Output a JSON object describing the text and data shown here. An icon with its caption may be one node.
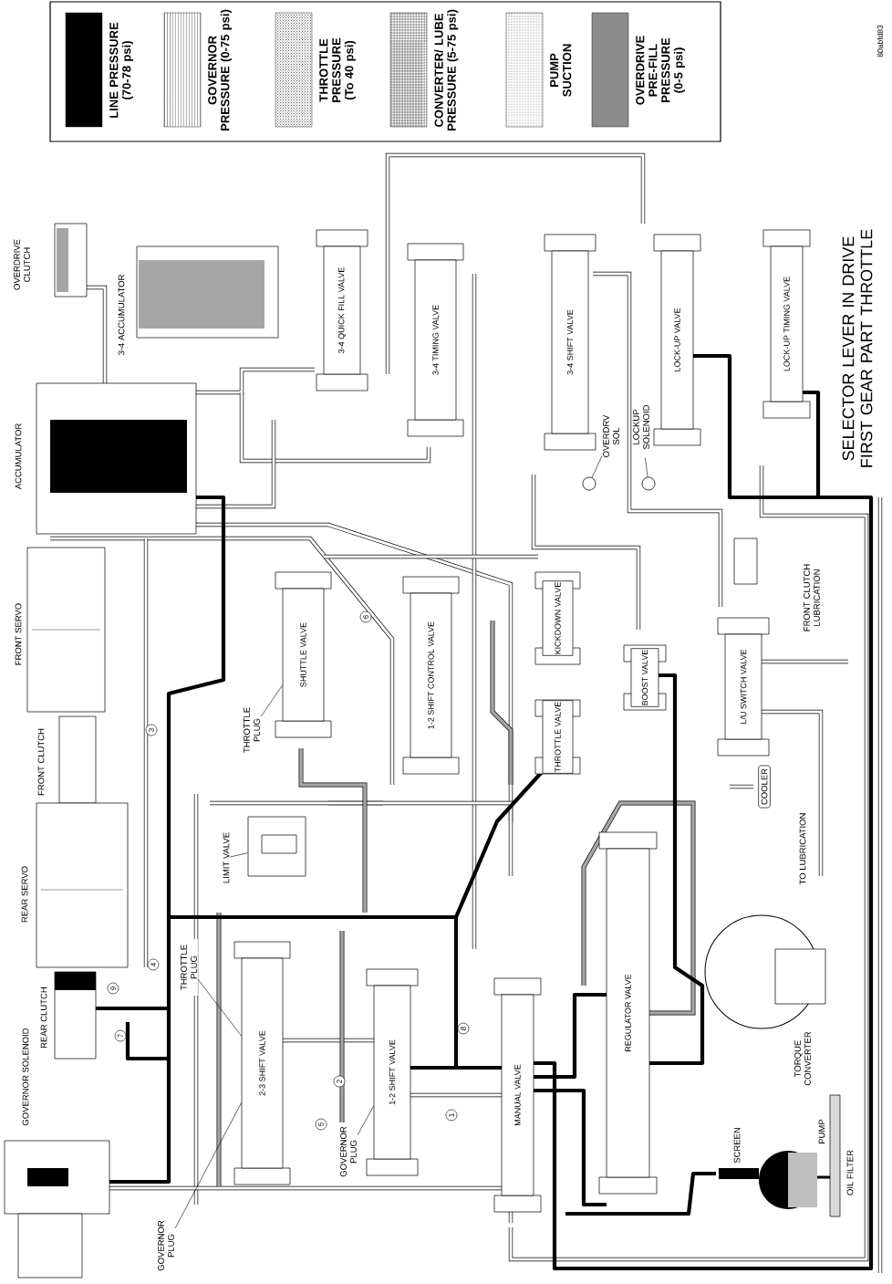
{
  "diagram": {
    "title": "SELECTOR LEVER IN DRIVE FIRST GEAR PART THROTTLE",
    "nodes": [
      {
        "text": [
          "COOLER"
        ]
      },
      {
        "text": [
          "1"
        ]
      },
      {
        "text": [
          "2"
        ]
      },
      {
        "text": [
          "3"
        ]
      },
      {
        "text": [
          "4"
        ]
      },
      {
        "text": [
          "5"
        ]
      },
      {
        "text": [
          "6"
        ]
      },
      {
        "text": [
          "7"
        ]
      },
      {
        "text": [
          "8"
        ]
      },
      {
        "text": [
          "9"
        ]
      },
      {
        "text": [
          "3-4 QUICK FILL VALVE"
        ]
      },
      {
        "text": [
          "3-4 TIMING VALVE"
        ]
      },
      {
        "text": [
          "3-4 SHIFT VALVE"
        ]
      },
      {
        "text": [
          "LOCK-UP VALVE"
        ]
      },
      {
        "text": [
          "LOCK-UP TIMING VALVE"
        ]
      },
      {
        "text": [
          "SHUTTLE VALVE"
        ]
      },
      {
        "text": [
          "1-2 SHIFT CONTROL VALVE"
        ]
      },
      {
        "text": [
          "KICKDOWN VALVE"
        ]
      },
      {
        "text": [
          "THROTTLE VALVE"
        ]
      },
      {
        "text": [
          "BOOST VALVE"
        ]
      },
      {
        "text": [
          "L/U SWITCH VALVE"
        ]
      },
      {
        "text": [],
        "shape": "box"
      },
      {
        "text": [
          "2-3 SHIFT VALVE"
        ]
      },
      {
        "text": [
          "1-2 SHIFT VALVE"
        ]
      },
      {
        "text": [
          "MANUAL VALVE"
        ]
      },
      {
        "text": [
          "REGULATOR VALVE"
        ]
      },
      {
        "text": [],
        "shape": "circle"
      },
      {
        "text": [],
        "shape": "circle"
      },
      {
        "text": [
          "THROTTLE PLUG"
        ]
      },
      {
        "text": [
          "LIMIT VALVE"
        ]
      },
      {
        "text": [
          "THROTTLE PLUG"
        ]
      },
      {
        "text": [
          "GOVERNOR PLUG"
        ]
      },
      {
        "text": [
          "GOVERNOR PLUG"
        ]
      },
      {
        "text": [
          "OVERDRV SOL"
        ]
      },
      {
        "text": [
          "LOCKUP SOLENOID"
        ]
      }
    ],
    "edges": [
      {
        "from": 28,
        "to": 15,
        "arrow": "none"
      },
      {
        "from": 29,
        "to": 21,
        "arrow": "none"
      },
      {
        "from": 30,
        "to": 22,
        "arrow": "none"
      },
      {
        "from": 31,
        "to": 23,
        "arrow": "none"
      },
      {
        "from": 32,
        "to": 22,
        "arrow": "none"
      },
      {
        "from": 33,
        "to": 26,
        "arrow": "none"
      },
      {
        "from": 34,
        "to": 27,
        "arrow": "none"
      }
    ],
    "labels": [
      "80abfd83",
      "OVERDRIVE CLUTCH",
      "3-4 ACCUMULATOR",
      "ACCUMULATOR",
      "FRONT SERVO",
      "FRONT CLUTCH",
      "REAR SERVO",
      "REAR CLUTCH",
      "GOVERNOR SOLENOID",
      "FRONT CLUTCH LUBRICATION",
      "TO LUBRICATION",
      "TORQUE CONVERTER",
      "SCREEN",
      "PUMP",
      "OIL FILTER"
    ],
    "legend": [
      {
        "text": "LINE PRESSURE (70-78 psi)"
      },
      {
        "text": "GOVERNOR PRESSURE (0-75 psi)"
      },
      {
        "text": "THROTTLE PRESSURE (To 40 psi)"
      },
      {
        "text": "CONVERTER/ LUBE PRESSURE (5-75 psi)"
      },
      {
        "text": "PUMP SUCTION"
      },
      {
        "text": "OVERDRIVE PRE-FILL PRESSURE (0-5 psi)"
      }
    ]
  }
}
